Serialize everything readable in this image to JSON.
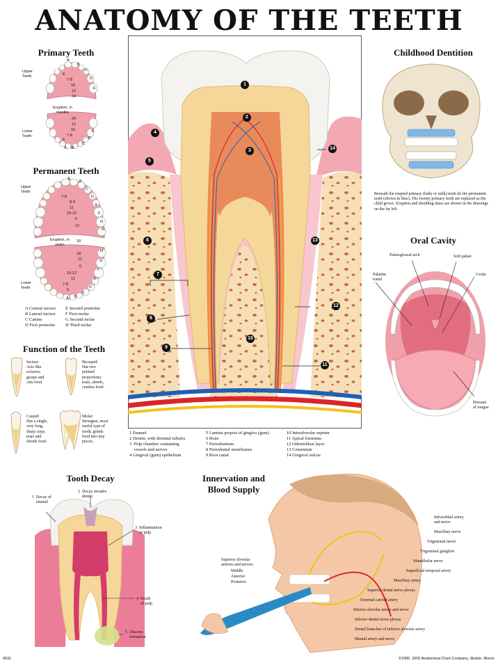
{
  "title": "ANATOMY OF THE TEETH",
  "primary": {
    "title": "Primary Teeth",
    "upper": "Upper\nTeeth",
    "lower": "Lower\nTeeth",
    "eruption": "Eruption, in\nmonths",
    "upper_letters": [
      "A",
      "B",
      "C",
      "D",
      "E"
    ],
    "upper_nums": [
      "8",
      "7-8",
      "16",
      "12",
      "24"
    ],
    "lower_nums": [
      "24",
      "12",
      "16",
      "7-8",
      "6"
    ],
    "lower_letters": [
      "A",
      "B",
      "C",
      "D",
      "E"
    ]
  },
  "permanent": {
    "title": "Permanent Teeth",
    "upper": "Upper\nTeeth",
    "lower": "Lower\nTeeth",
    "eruption": "Eruption, in\nyears",
    "upper_letters": [
      "A",
      "B",
      "C",
      "D",
      "E",
      "F",
      "G",
      "H"
    ],
    "upper_nums": [
      "7-8",
      "8-9",
      "11",
      "10-12",
      "6",
      "12",
      "18"
    ],
    "lower_nums": [
      "18",
      "12",
      "6",
      "10-12",
      "11",
      "7-8",
      "6"
    ],
    "lower_letters": [
      "A",
      "B",
      "C",
      "D",
      "E",
      "F",
      "G",
      "H"
    ],
    "key": [
      "A  Central incisor",
      "B  Lateral incisor",
      "C  Canine",
      "D  First premolar",
      "E  Second premolar",
      "F  First molar",
      "G  Second molar",
      "H  Third molar"
    ]
  },
  "function": {
    "title": "Function of the Teeth",
    "incisor": "Incisor:\nActs like\nscissors;\ngrasps and\ncuts food.",
    "bicuspid": "Bicuspid:\nHas two\npointed\nprojections;\ntears, shreds,\ncrushes food.",
    "cuspid": "Cuspid:\nHas a single,\nvery long,\nsharp cusp;\ntears and\nshreds food.",
    "molar": "Molar:\nStrongest, most\nuseful type of\ntooth; grinds\nfood into tiny\npieces."
  },
  "main": {
    "numbers": [
      "1",
      "2",
      "3",
      "4",
      "5",
      "6",
      "7",
      "8",
      "9",
      "10",
      "11",
      "12",
      "13",
      "14"
    ],
    "legend": [
      [
        "1  Enamel",
        "2  Dentin, with dentinal tubules",
        "3  Pulp chamber containing\n    vessels and nerves",
        "4  Gingival (gum) epithelium"
      ],
      [
        "5  Lamina propria of gingiva (gum)",
        "6  Bone",
        "7  Periodontium",
        "8  Periodontal membranes",
        "9  Root canal"
      ],
      [
        "10  Interalveolar septum",
        "11  Apical foramina",
        "12  Odontoblast layer",
        "13  Cementum",
        "14  Gingival sulcus"
      ]
    ]
  },
  "childhood": {
    "title": "Childhood Dentition",
    "caption": "Beneath the erupted primary (baby or milk) teeth lie the permanent teeth (shown in blue). The twenty primary teeth are replaced as the child grows. Eruption and shedding dates are shown in the drawings on the far left."
  },
  "oral": {
    "title": "Oral Cavity",
    "labels": [
      "Palatoglossal arch",
      "Soft palate",
      "Palatine\ntonsil",
      "Uvula",
      "Dorsum\nof tongue"
    ]
  },
  "decay": {
    "title": "Tooth Decay",
    "labels": [
      "1  Decay of\n    enamel",
      "2  Decay invades\n    dentin",
      "3  Inflammation\n    of pulp",
      "4  Death\n    of pulp",
      "5  Abscess\n    formation"
    ]
  },
  "innervation": {
    "title": "Innervation and\nBlood Supply",
    "left_labels": [
      "Superior alveolar\narteries and nerves:",
      "Middle",
      "Anterior",
      "Posterior"
    ],
    "right_labels": [
      "Infraorbital artery\nand nerve",
      "Maxillary nerve",
      "Trigeminal nerve",
      "Trigeminal ganglion",
      "Mandibular nerve",
      "Superficial temporal artery",
      "Maxillary artery",
      "Superior dental nerve plexus",
      "External carotid artery",
      "Inferior alveolar artery and nerve",
      "Inferior dental nerve plexus",
      "Dental branches of inferior alveolar artery",
      "Mental artery and nerve"
    ]
  },
  "footer": {
    "code": "9931",
    "copyright": "©1995, 2000 Anatomical Chart Company, Skokie, Illinois."
  },
  "colors": {
    "enamel": "#f4f2ef",
    "dentin": "#f6d79a",
    "pulp": "#e98a5a",
    "gum": "#f0a7b0",
    "bone": "#f5deb3",
    "artery": "#d9262a",
    "vein": "#1f5fb8",
    "nerve": "#f2c21a",
    "skin": "#f4c8a6"
  }
}
